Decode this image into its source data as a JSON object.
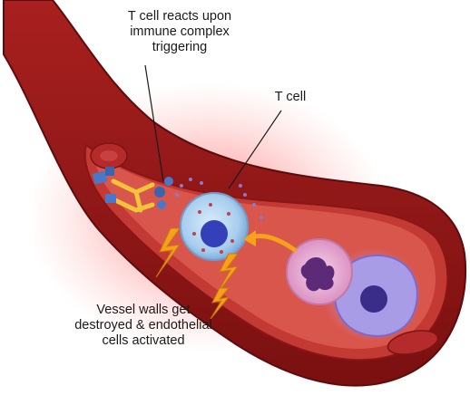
{
  "labels": {
    "reacts": [
      "T cell reacts upon",
      "immune complex",
      "triggering"
    ],
    "tcell": "T cell",
    "vessel": [
      "Vessel walls get",
      "destroyed & endothelial",
      "cells activated"
    ]
  },
  "colors": {
    "vessel_outer": "#8e1616",
    "vessel_wall": "#b02a2a",
    "lumen": "#d8554c",
    "inflammation_glow": "#ff2a2a",
    "t_cell": "#9ec7ea",
    "t_cell_nucleus": "#3440b8",
    "neutrophil": "#e7a9cf",
    "macrophage": "#a99ce6",
    "lightning": "#f6a11a",
    "antibody": "#f2c43a",
    "antigen": "#4a78c8"
  }
}
